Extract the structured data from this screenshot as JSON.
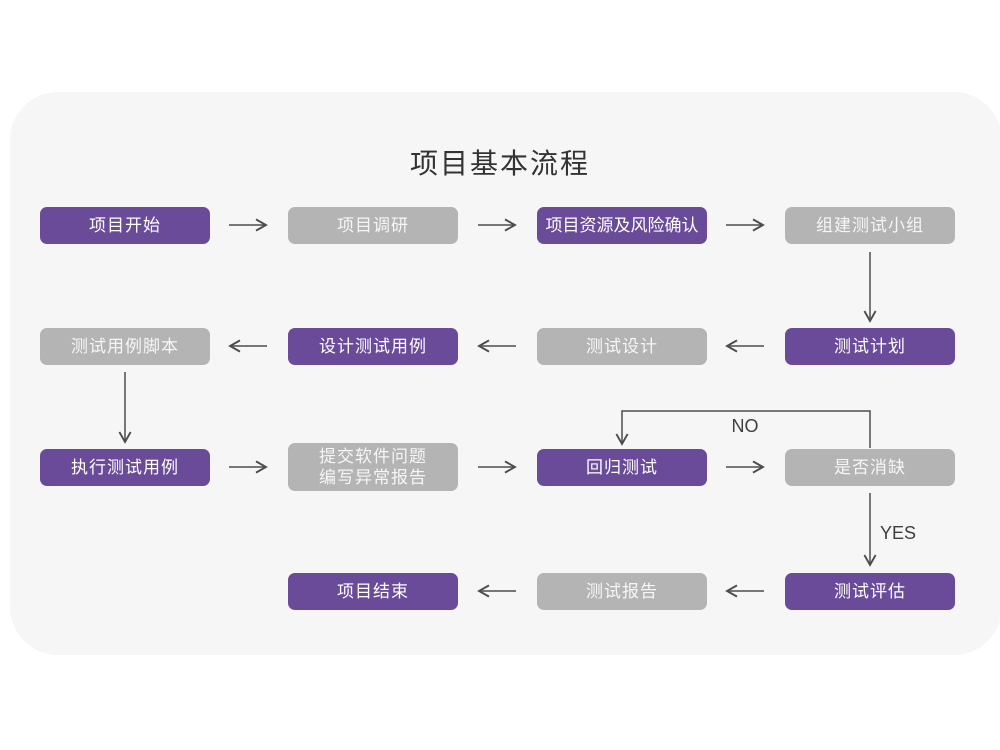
{
  "title": "项目基本流程",
  "colors": {
    "page_bg": "#ffffff",
    "card_bg": "#f6f6f6",
    "purple_node": "#6a4b99",
    "gray_node": "#b4b4b4",
    "arrow": "#4d4d4d"
  },
  "nodes": {
    "project_start": {
      "label": "项目开始",
      "variant": "purple"
    },
    "project_research": {
      "label": "项目调研",
      "variant": "gray"
    },
    "resource_risk": {
      "label": "项目资源及风险确认",
      "variant": "purple"
    },
    "build_team": {
      "label": "组建测试小组",
      "variant": "gray"
    },
    "test_plan": {
      "label": "测试计划",
      "variant": "purple"
    },
    "test_design": {
      "label": "测试设计",
      "variant": "gray"
    },
    "design_cases": {
      "label": "设计测试用例",
      "variant": "purple"
    },
    "case_scripts": {
      "label": "测试用例脚本",
      "variant": "gray"
    },
    "execute_cases": {
      "label": "执行测试用例",
      "variant": "purple"
    },
    "submit_issues": {
      "line1": "提交软件问题",
      "line2": "编写异常报告",
      "variant": "gray"
    },
    "regression_test": {
      "label": "回归测试",
      "variant": "purple"
    },
    "defect_cleared": {
      "label": "是否消缺",
      "variant": "gray"
    },
    "test_evaluation": {
      "label": "测试评估",
      "variant": "purple"
    },
    "test_report": {
      "label": "测试报告",
      "variant": "gray"
    },
    "project_end": {
      "label": "项目结束",
      "variant": "purple"
    }
  },
  "edge_labels": {
    "no": "NO",
    "yes": "YES"
  }
}
